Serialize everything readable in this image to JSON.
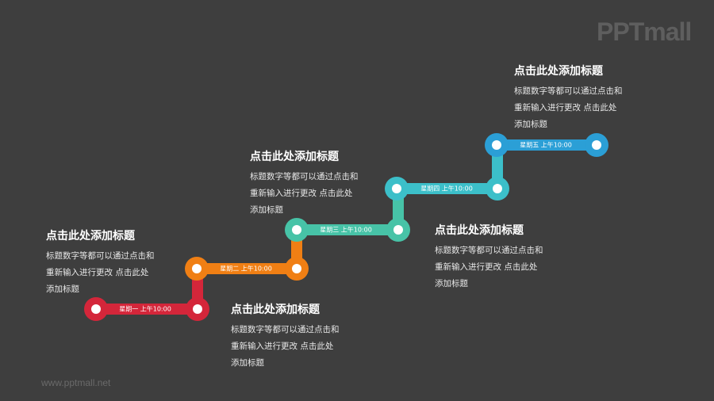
{
  "brand": {
    "logo": "PPTmall",
    "footer_url": "www.pptmall.net"
  },
  "steps": [
    {
      "label": "星期一 上午10:00",
      "color": "#d4263a"
    },
    {
      "label": "星期二 上午10:00",
      "color": "#f07f14"
    },
    {
      "label": "星期三 上午10:00",
      "color": "#47c3a7"
    },
    {
      "label": "星期四 上午10:00",
      "color": "#3cbfc9"
    },
    {
      "label": "星期五 上午10:00",
      "color": "#2b9fd6"
    }
  ],
  "blocks": [
    {
      "title": "点击此处添加标题",
      "lines": [
        "标题数字等都可以通过点击和",
        "重新输入进行更改 点击此处",
        "添加标题"
      ]
    },
    {
      "title": "点击此处添加标题",
      "lines": [
        "标题数字等都可以通过点击和",
        "重新输入进行更改 点击此处",
        "添加标题"
      ]
    },
    {
      "title": "点击此处添加标题",
      "lines": [
        "标题数字等都可以通过点击和",
        "重新输入进行更改 点击此处",
        "添加标题"
      ]
    },
    {
      "title": "点击此处添加标题",
      "lines": [
        "标题数字等都可以通过点击和",
        "重新输入进行更改 点击此处",
        "添加标题"
      ]
    },
    {
      "title": "点击此处添加标题",
      "lines": [
        "标题数字等都可以通过点击和",
        "重新输入进行更改 点击此处",
        "添加标题"
      ]
    }
  ]
}
